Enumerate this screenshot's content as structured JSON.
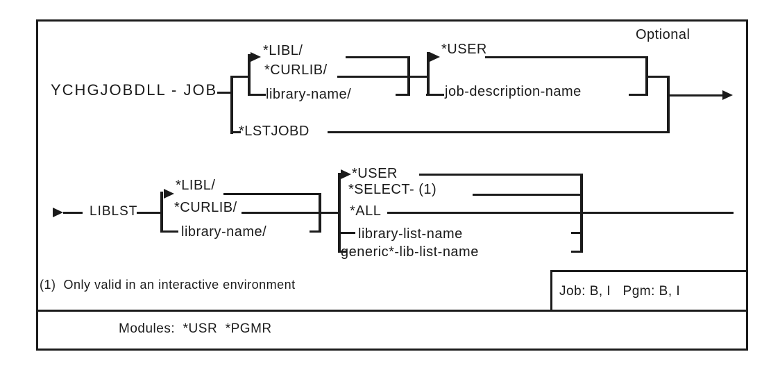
{
  "diagram": {
    "optional": "Optional",
    "row1": {
      "command": "YCHGJOBDLL - JOB",
      "lib_group": {
        "options": [
          "*LIBL/",
          "*CURLIB/",
          "library-name/"
        ]
      },
      "jobd_group": {
        "options": [
          "*USER",
          "job-description-name"
        ]
      },
      "bypass": "*LSTJOBD"
    },
    "row2": {
      "keyword": "LIBLST",
      "lib_group": {
        "options": [
          "*LIBL/",
          "*CURLIB/",
          "library-name/"
        ]
      },
      "list_group": {
        "options": [
          "*USER",
          "*SELECT- (1)",
          "*ALL",
          "library-list-name",
          "generic*-lib-list-name"
        ]
      }
    },
    "footnote": "(1)  Only valid in an interactive environment",
    "environment": "Job: B, I   Pgm: B, I",
    "modules": "Modules:  *USR  *PGMR"
  }
}
